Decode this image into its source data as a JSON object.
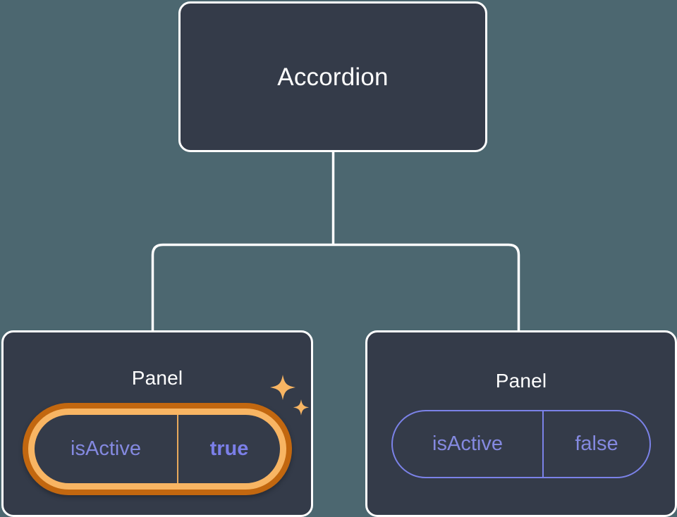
{
  "diagram": {
    "type": "component-tree",
    "background_color": "#4c6770",
    "node_fill_color": "#343b49",
    "node_border_color": "#ffffff",
    "connector_color": "#ffffff",
    "accent_highlight_outer": "#c2670f",
    "accent_highlight_inner": "#f8b563",
    "accent_prop_color": "#8489e0",
    "accent_value_active_color": "#7b7fe8"
  },
  "root": {
    "title": "Accordion"
  },
  "children": [
    {
      "title": "Panel",
      "prop": {
        "key": "isActive",
        "value": "true",
        "highlighted": true,
        "bold_value": true
      },
      "sparkle_icons": [
        "sparkle-large-icon",
        "sparkle-small-icon"
      ]
    },
    {
      "title": "Panel",
      "prop": {
        "key": "isActive",
        "value": "false",
        "highlighted": false,
        "bold_value": false
      }
    }
  ]
}
